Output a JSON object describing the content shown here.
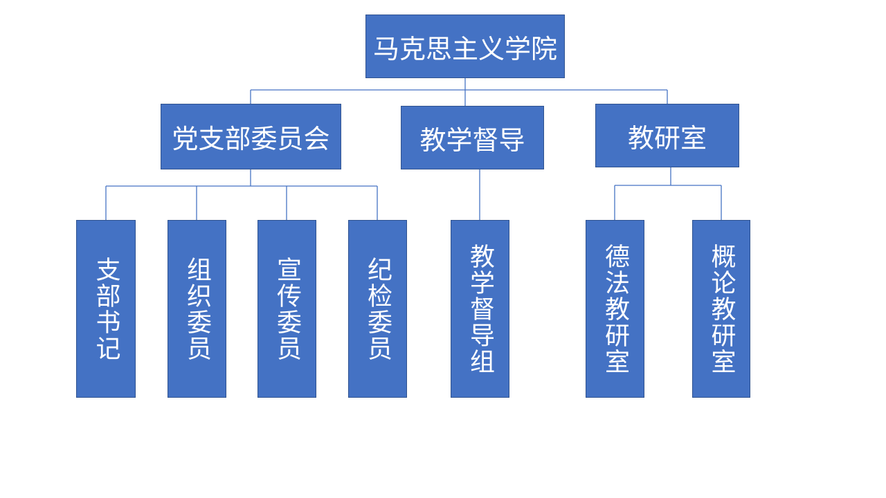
{
  "colors": {
    "box_fill": "#4472c4",
    "box_border": "#2f528f",
    "text": "#ffffff",
    "connector": "#4472c4"
  },
  "org_chart": {
    "root": "马克思主义学院",
    "branches": {
      "party_committee": {
        "label": "党支部委员会",
        "children": {
          "secretary": "支部书记",
          "organization": "组织委员",
          "publicity": "宣传委员",
          "discipline": "纪检委员"
        }
      },
      "teaching_supervision": {
        "label": "教学督导",
        "children": {
          "group": "教学督导组"
        }
      },
      "research_office": {
        "label": "教研室",
        "children": {
          "ethics_law": "德法教研室",
          "outline": "概论教研室"
        }
      }
    }
  }
}
